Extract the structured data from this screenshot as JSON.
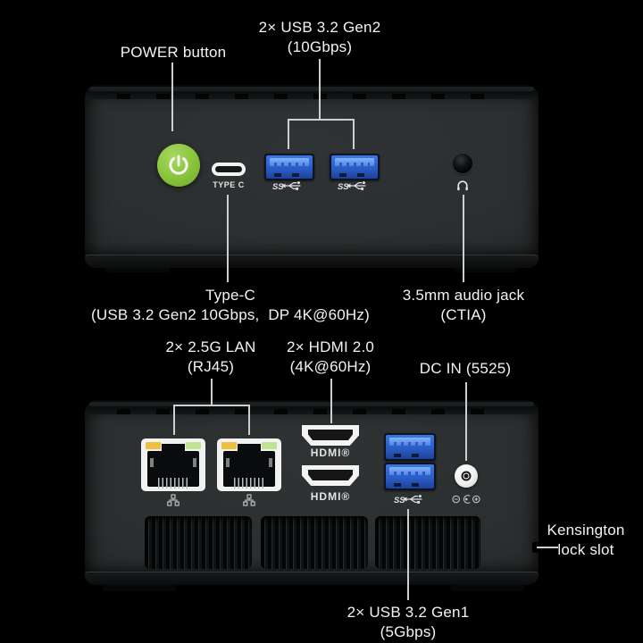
{
  "colors": {
    "background": "#000000",
    "label_text": "#f2f3f4",
    "leader_line": "#cdced0",
    "power_button_green": "#8cc63f",
    "usb_blue": "#2f63cd",
    "lan_led_yellow": "#eec041",
    "lan_led_green": "#bfe492",
    "port_white": "#f2f2f2"
  },
  "annotations": {
    "power_button": {
      "label": "POWER button"
    },
    "usb_gen2": {
      "label": "2× USB 3.2 Gen2",
      "sub": "(10Gbps)"
    },
    "type_c": {
      "label": "Type-C",
      "sub": "(USB 3.2 Gen2 10Gbps,  DP 4K@60Hz)"
    },
    "audio_jack": {
      "label": "3.5mm audio jack",
      "sub": "(CTIA)"
    },
    "lan": {
      "label": "2× 2.5G LAN",
      "sub": "(RJ45)"
    },
    "hdmi": {
      "label": "2× HDMI 2.0",
      "sub": "(4K@60Hz)"
    },
    "dc_in": {
      "label": "DC IN (5525)"
    },
    "usb_gen1": {
      "label": "2× USB 3.2 Gen1",
      "sub": "(5Gbps)"
    },
    "kensington": {
      "label": "Kensington",
      "sub": "lock slot"
    }
  },
  "port_markings": {
    "type_c": "TYPE C",
    "hdmi_logo": "HDMI®",
    "usb_ss": "SS"
  }
}
